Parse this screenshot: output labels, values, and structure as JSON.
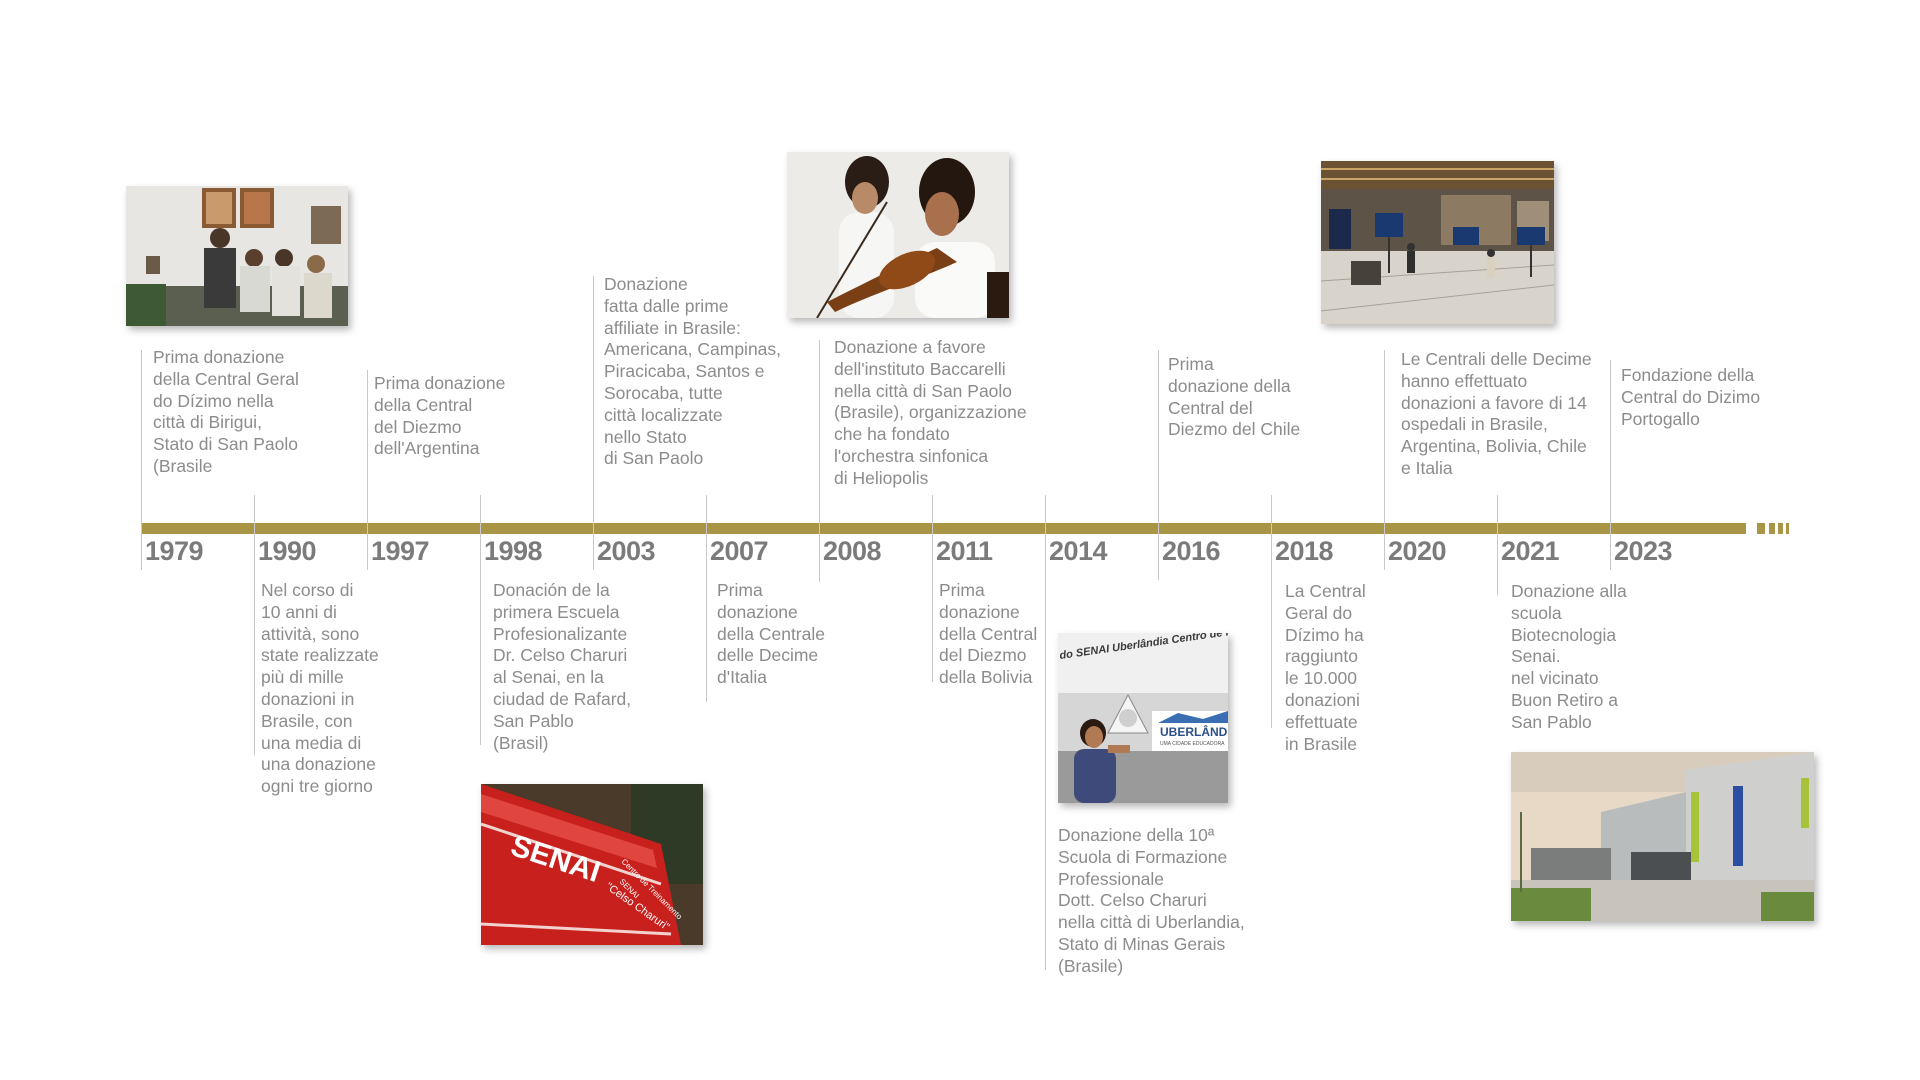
{
  "colors": {
    "bar": "#a89546",
    "tick": "#c9c9c9",
    "year": "#7b7b7b",
    "text": "#8c8c8c"
  },
  "milestones": [
    {
      "year": "1979",
      "text": "Prima donazione\ndella Central Geral\ndo Dízimo nella\ncittà di Birigui,\nStato di San Paolo\n(Brasile",
      "photo": "birigui-family-photo"
    },
    {
      "year": "1990",
      "text": "Nel corso di\n10 anni di\nattività, sono\nstate realizzate\npiù di mille\ndonazioni in\nBrasile, con\nuna media di\nuna donazione\nogni tre giorno"
    },
    {
      "year": "1997",
      "text": "Prima donazione\ndella Central\ndel Diezmo\ndell'Argentina"
    },
    {
      "year": "1998",
      "text": "Donación de la\nprimera Escuela\nProfesionalizante\nDr. Celso Charuri\nal Senai, en la\nciudad de Rafard,\nSan Pablo\n(Brasil)",
      "photo": "senai-sign-photo"
    },
    {
      "year": "2003",
      "text": "Donazione\nfatta dalle prime\naffiliate in Brasile:\nAmericana, Campinas,\nPiracicaba, Santos e\nSorocaba, tutte\ncittà localizzate\nnello Stato\ndi San Paolo"
    },
    {
      "year": "2007",
      "text": "Prima\ndonazione\ndella Centrale\ndelle Decime\nd'Italia"
    },
    {
      "year": "2008",
      "text": "Donazione a favore\ndell'instituto Baccarelli\nnella città di San Paolo\n(Brasile), organizzazione\nche ha fondato\nl'orchestra sinfonica\ndi Heliopolis",
      "photo": "violin-students-photo"
    },
    {
      "year": "2011",
      "text": "Prima\ndonazione\ndella Central\ndel Diezmo\ndella Bolivia"
    },
    {
      "year": "2014",
      "text": "Donazione della 10ª\nScuola di Formazione\nProfessionale\nDott. Celso Charuri\nnella città di Uberlandia,\nStato di Minas Gerais\n(Brasile)",
      "photo": "uberlandia-school-photo"
    },
    {
      "year": "2016",
      "text": "Prima\ndonazione della\nCentral del\nDiezmo del Chile"
    },
    {
      "year": "2018",
      "text": "La Central\nGeral do\nDízimo ha\nraggiunto\nle 10.000\ndonazioni\neffettuate\nin Brasile"
    },
    {
      "year": "2020",
      "text": "Le Centrali delle Decime\nhanno effettuato\ndonazioni a favore di 14\nospedali in Brasile,\nArgentina, Bolivia, Chile\ne Italia",
      "photo": "hospital-lobby-photo"
    },
    {
      "year": "2021",
      "text": "Donazione alla\nscuola\nBiotecnologia\nSenai.\nnel vicinato\nBuon Retiro a\nSan Pablo",
      "photo": "school-building-photo"
    },
    {
      "year": "2023",
      "text": "Fondazione della\nCentral do Dizimo\nPortogallo"
    }
  ],
  "photo_texts": {
    "senai_logo": "SENAI",
    "senai_sub_1": "Centro de Treinamento",
    "senai_sub_2": "SENAI",
    "senai_sub_3": "\"Celso Charuri\"",
    "uberlandia_banner": "do SENAI Uberlândia Centro de Forma",
    "uberlandia_city": "UBERLÂNDIA",
    "uberlandia_tag": "UMA CIDADE EDUCADORA"
  }
}
